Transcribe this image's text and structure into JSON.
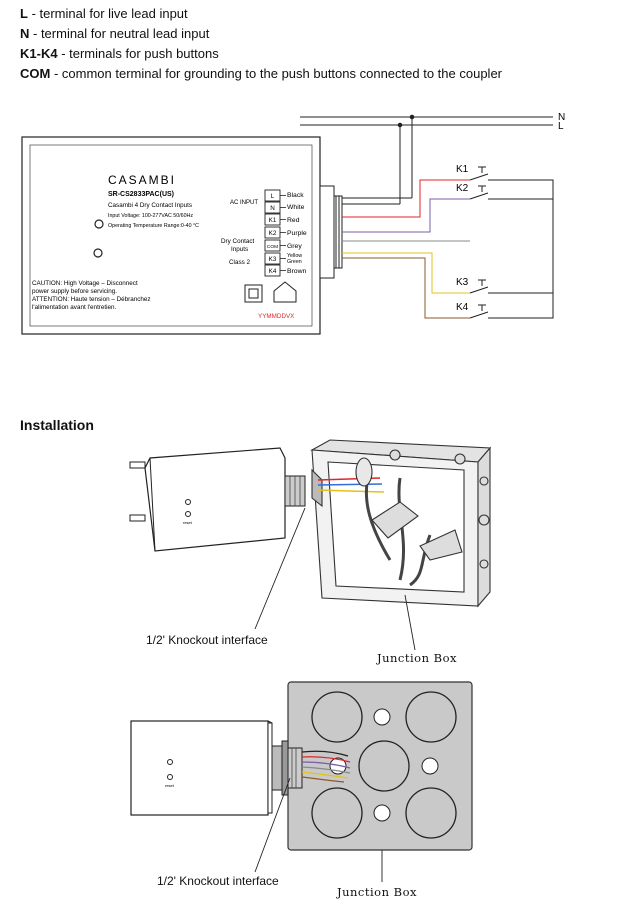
{
  "legend": [
    {
      "term": "L",
      "desc": " - terminal for live lead input"
    },
    {
      "term": "N",
      "desc": " - terminal for neutral lead input"
    },
    {
      "term": "K1-K4",
      "desc": " - terminals for push buttons"
    },
    {
      "term": "COM",
      "desc": " - common terminal for grounding to the push buttons connected to the coupler"
    }
  ],
  "wiring": {
    "line_labels": {
      "n": "N",
      "l": "L"
    },
    "device": {
      "brand": "CASAMBI",
      "model": "SR-CS2833PAC(US)",
      "name": "Casambi 4 Dry Contact Inputs",
      "voltage": "Input Voltage: 100-277VAC 50/60Hz",
      "temp": "Operating Temperature Range:0-40 °C",
      "caution_1": "CAUTION: High Voltage – Disconnect",
      "caution_2": "power supply before servicing.",
      "attention_1": "ATTENTION: Haute tension – Débranchez",
      "attention_2": "l'alimentation avant l'entretien.",
      "date_code": "YYMMDDVX",
      "ac_input": "AC INPUT",
      "dry_contact_1": "Dry Contact",
      "dry_contact_2": "Inputs",
      "class": "Class 2"
    },
    "terminals": [
      "L",
      "N",
      "K1",
      "K2",
      "COM",
      "K3",
      "K4"
    ],
    "wire_colors": [
      "Black",
      "White",
      "Red",
      "Purple",
      "Grey",
      "Yellow",
      "Green",
      "Brown"
    ],
    "buttons": [
      "K1",
      "K2",
      "K3",
      "K4"
    ],
    "colors": {
      "red": "#e0262b",
      "purple": "#7b5ea7",
      "yellow": "#e3c21b",
      "brown": "#8a5a2b",
      "grey": "#888888"
    }
  },
  "installation": {
    "title": "Installation",
    "knockout_1": "1/2' Knockout interface",
    "junction_1": "Junction Box",
    "knockout_2": "1/2' Knockout interface",
    "junction_2": "Junction Box",
    "reset_label": "reset"
  }
}
